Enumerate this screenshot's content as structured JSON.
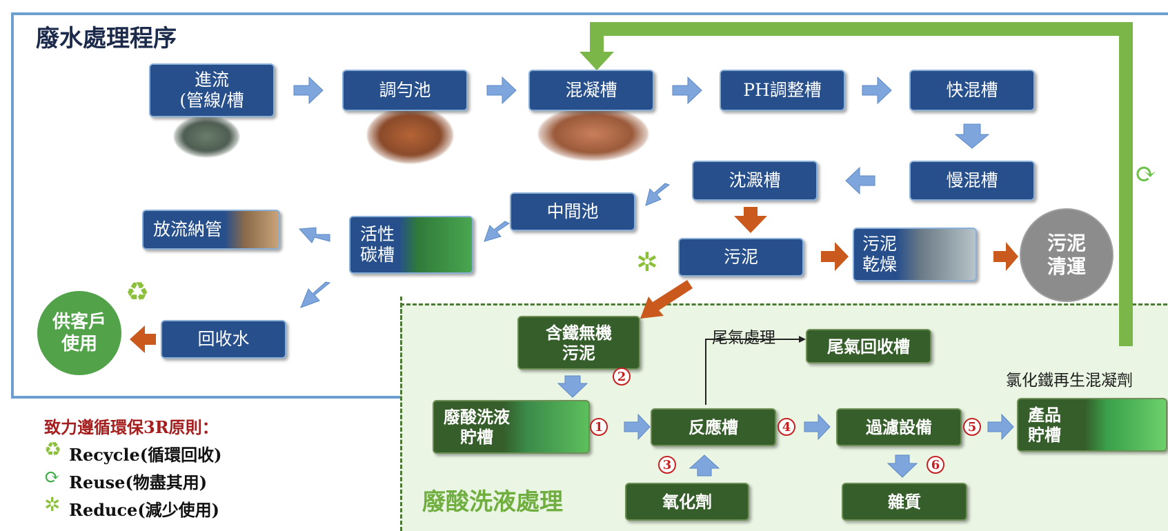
{
  "title": "廢水處理程序",
  "nodes": {
    "inflow": "進流\n(管線/槽",
    "equalization": "調勻池",
    "coagulation": "混凝槽",
    "ph_adjust": "PH調整槽",
    "rapid_mix": "快混槽",
    "slow_mix": "慢混槽",
    "sedimentation": "沈澱槽",
    "intermediate": "中間池",
    "carbon": "活性\n碳槽",
    "discharge": "放流納管",
    "sludge": "污泥",
    "sludge_dry": "污泥\n乾燥",
    "sludge_removal": "污泥\n清運",
    "recycled_water": "回收水",
    "customer": "供客戶\n使用"
  },
  "acid": {
    "title": "廢酸洗液處理",
    "iron_sludge": "含鐵無機\n污泥",
    "acid_tank": "廢酸洗液\n貯槽",
    "reactor": "反應槽",
    "exhaust_label": "尾氣處理",
    "exhaust_tank": "尾氣回收槽",
    "filter": "過濾設備",
    "product": "產品\n貯槽",
    "product_label": "氯化鐵再生混凝劑",
    "oxidant": "氧化劑",
    "impurity": "雜質",
    "steps": [
      "1",
      "2",
      "3",
      "4",
      "5",
      "6"
    ]
  },
  "legend": {
    "heading": "致力遵循環保3R原則：",
    "recycle": "Recycle(循環回收)",
    "reuse": "Reuse(物盡其用)",
    "reduce": "Reduce(減少使用)"
  },
  "icons": {
    "recycle": "recycle-icon",
    "reuse": "reuse-icon",
    "reduce": "reduce-icon"
  },
  "colors": {
    "process_box": "#264f8c",
    "acid_box": "#355e2a",
    "flow_arrow": "#7ea6dc",
    "sludge_arrow": "#c9591c",
    "loop_arrow": "#7ab648",
    "frame": "#6e9fd1",
    "legend_heading": "#a51f1f"
  }
}
